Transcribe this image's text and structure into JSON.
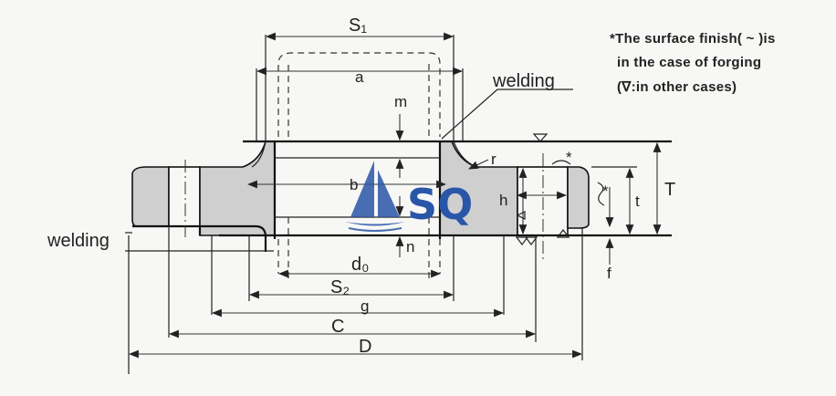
{
  "labels": {
    "s1": "S₁",
    "a": "a",
    "m": "m",
    "b": "b",
    "h": "h",
    "n": "n",
    "d0": "d₀",
    "s2": "S₂",
    "g": "g",
    "c": "C",
    "d": "D",
    "r": "r",
    "t_small": "t",
    "t_big": "T",
    "f": "f",
    "asterisk": "*",
    "asterisk_left": "*"
  },
  "welding_top": "welding",
  "welding_left": "welding",
  "note": {
    "line1": "*The surface finish( ~ )is",
    "line2": "in the case of forging",
    "line3": "(∇:in other cases)"
  },
  "watermark": "SQ",
  "colors": {
    "hatch": "#cfcfcf",
    "line": "#222222",
    "watermark": "#2a56a8"
  },
  "icons": [
    "sailboat-logo-icon",
    "surface-finish-triangle-icon"
  ]
}
